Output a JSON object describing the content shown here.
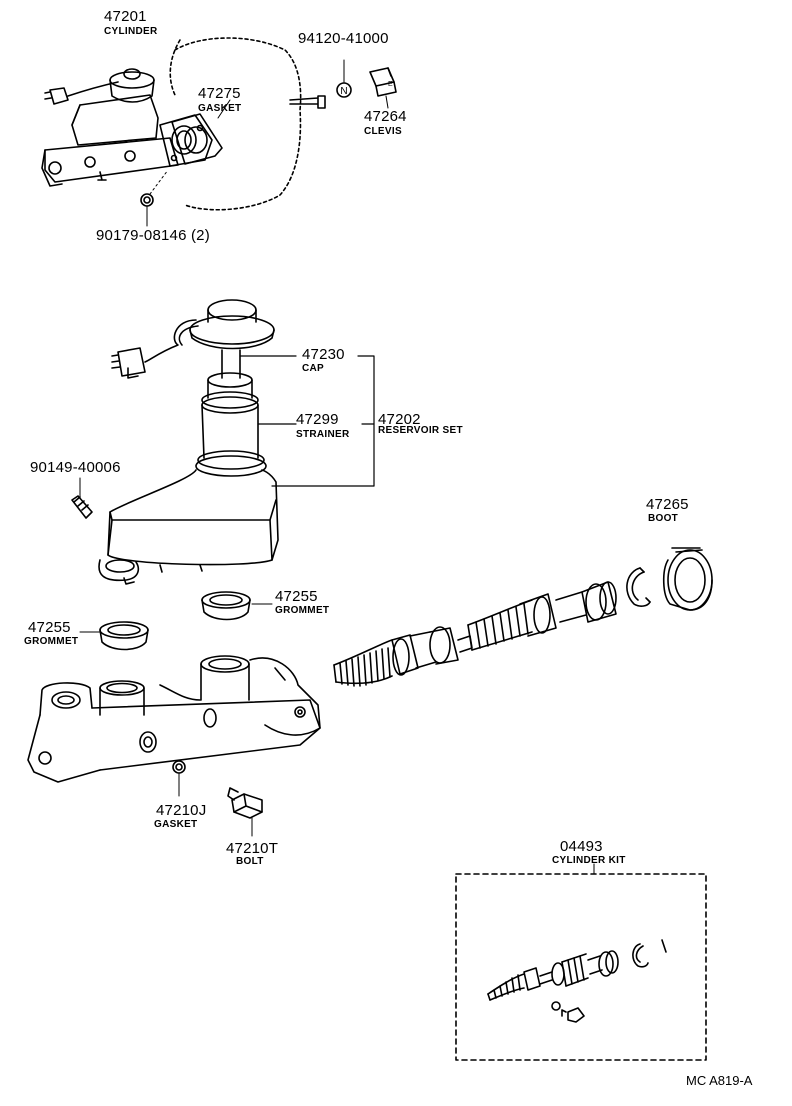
{
  "parts": {
    "cylinder_top": {
      "number": "47201",
      "name": "CYLINDER"
    },
    "gasket_top": {
      "number": "47275",
      "name": "GASKET"
    },
    "nut_top": {
      "number": "94120-41000"
    },
    "clevis": {
      "number": "47264",
      "name": "CLEVIS"
    },
    "nut_bottom": {
      "number": "90179-08146 (2)"
    },
    "cap": {
      "number": "47230",
      "name": "CAP"
    },
    "strainer": {
      "number": "47299",
      "name": "STRAINER"
    },
    "reservoir_set": {
      "number": "47202",
      "name": "RESERVOIR SET"
    },
    "screw": {
      "number": "90149-40006"
    },
    "boot": {
      "number": "47265",
      "name": "BOOT"
    },
    "grommet_right": {
      "number": "47255",
      "name": "GROMMET"
    },
    "grommet_left": {
      "number": "47255",
      "name": "GROMMET"
    },
    "gasket_small": {
      "number": "47210J",
      "name": "GASKET"
    },
    "bolt": {
      "number": "47210T",
      "name": "BOLT"
    },
    "cylinder_kit": {
      "number": "04493",
      "name": "CYLINDER KIT"
    }
  },
  "doc_code": "MC A819-A",
  "icons": [
    "nut-icon",
    "clevis-icon",
    "washer-icon",
    "screw-icon"
  ]
}
